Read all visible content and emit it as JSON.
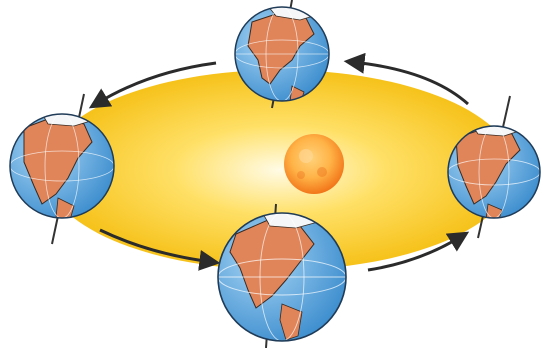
{
  "diagram": {
    "orbit_direction": "counter-clockwise",
    "center": {
      "name": "sun",
      "icon": "sun-icon"
    },
    "bodies": [
      {
        "name": "earth-top",
        "icon": "earth-globe-icon"
      },
      {
        "name": "earth-right",
        "icon": "earth-globe-icon"
      },
      {
        "name": "earth-bottom",
        "icon": "earth-globe-icon"
      },
      {
        "name": "earth-left",
        "icon": "earth-globe-icon"
      }
    ],
    "arrows": [
      {
        "name": "arrow-right-to-top",
        "icon": "curved-arrow-icon"
      },
      {
        "name": "arrow-top-to-left",
        "icon": "curved-arrow-icon"
      },
      {
        "name": "arrow-left-to-bottom",
        "icon": "curved-arrow-icon"
      },
      {
        "name": "arrow-bottom-to-right",
        "icon": "curved-arrow-icon"
      }
    ],
    "colors": {
      "orbit_glow_center": "#fffbe6",
      "orbit_glow_mid": "#ffe066",
      "orbit_glow_edge": "#f6c21a",
      "sun_core": "#ffb347",
      "sun_edge": "#f2761a",
      "ocean": "#5aa8e0",
      "ocean_light": "#a9d6f5",
      "land": "#e0855a",
      "land_outline": "#3a2a20",
      "ice": "#f4f6f8",
      "axis": "#333333",
      "arrow": "#2b2b2b",
      "background": "#ffffff"
    }
  }
}
